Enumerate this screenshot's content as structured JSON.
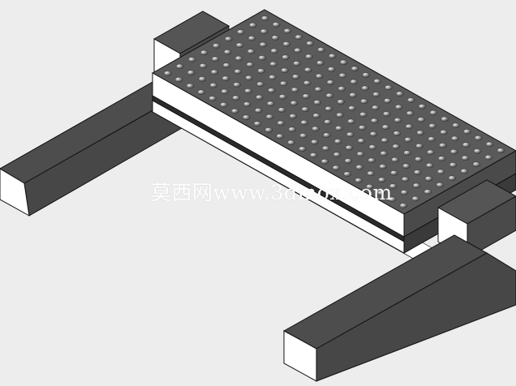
{
  "watermark": {
    "text": "莫西网www.3dmox.com"
  },
  "colors": {
    "background": "#ededed",
    "dark_face": "#4d4d4d",
    "mid_face": "#5c5c5c",
    "light_face": "#ffffff",
    "edge": "#111111",
    "dimple": "#5e5e5e"
  },
  "icons": {
    "model": "3d-model-render"
  },
  "dimple_grid": {
    "rows": 9,
    "cols": 22
  }
}
